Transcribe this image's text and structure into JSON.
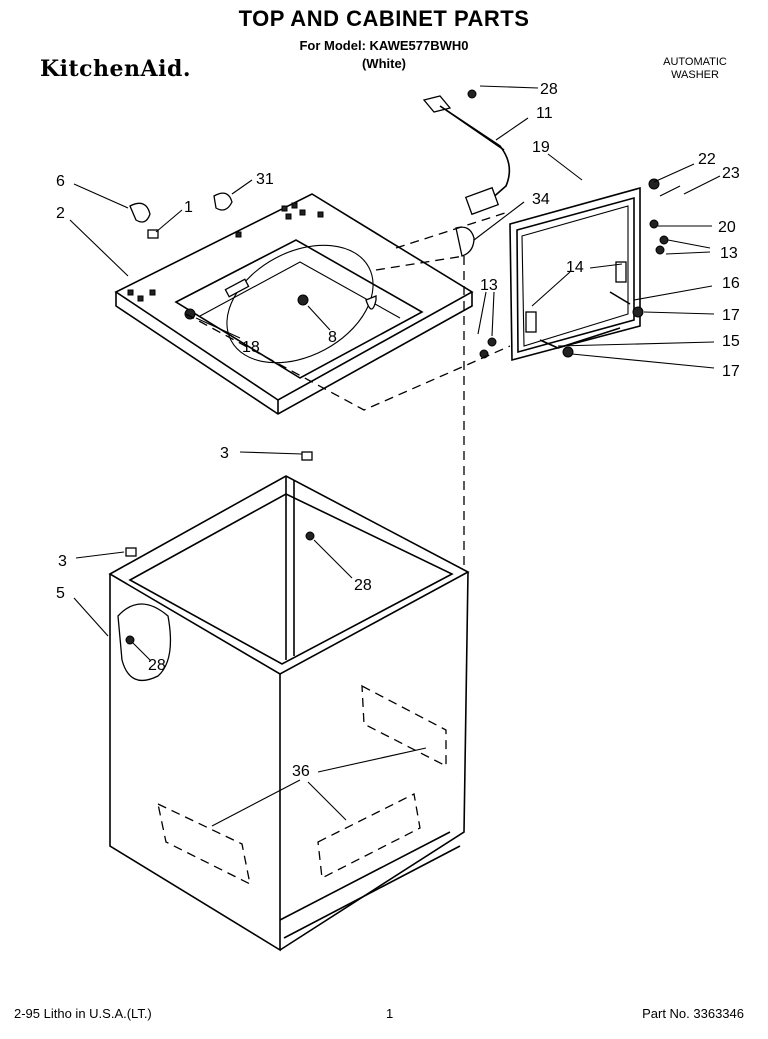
{
  "header": {
    "title": "TOP AND CABINET PARTS",
    "model_line": "For Model: KAWE577BWH0",
    "color_line": "(White)",
    "brand": "KitchenAid.",
    "product_line1": "AUTOMATIC",
    "product_line2": "WASHER"
  },
  "callouts": {
    "c28a": "28",
    "c11": "11",
    "c19": "19",
    "c22": "22",
    "c23": "23",
    "c6": "6",
    "c31": "31",
    "c1": "1",
    "c34": "34",
    "c2": "2",
    "c20": "20",
    "c13a": "13",
    "c14": "14",
    "c13b": "13",
    "c16": "16",
    "c17a": "17",
    "c8": "8",
    "c18": "18",
    "c15": "15",
    "c17b": "17",
    "c3a": "3",
    "c28b": "28",
    "c3b": "3",
    "c5": "5",
    "c28c": "28",
    "c36": "36"
  },
  "footer": {
    "left": "2-95  Litho in U.S.A.(LT.)",
    "page": "1",
    "part_no": "Part No. 3363346"
  }
}
